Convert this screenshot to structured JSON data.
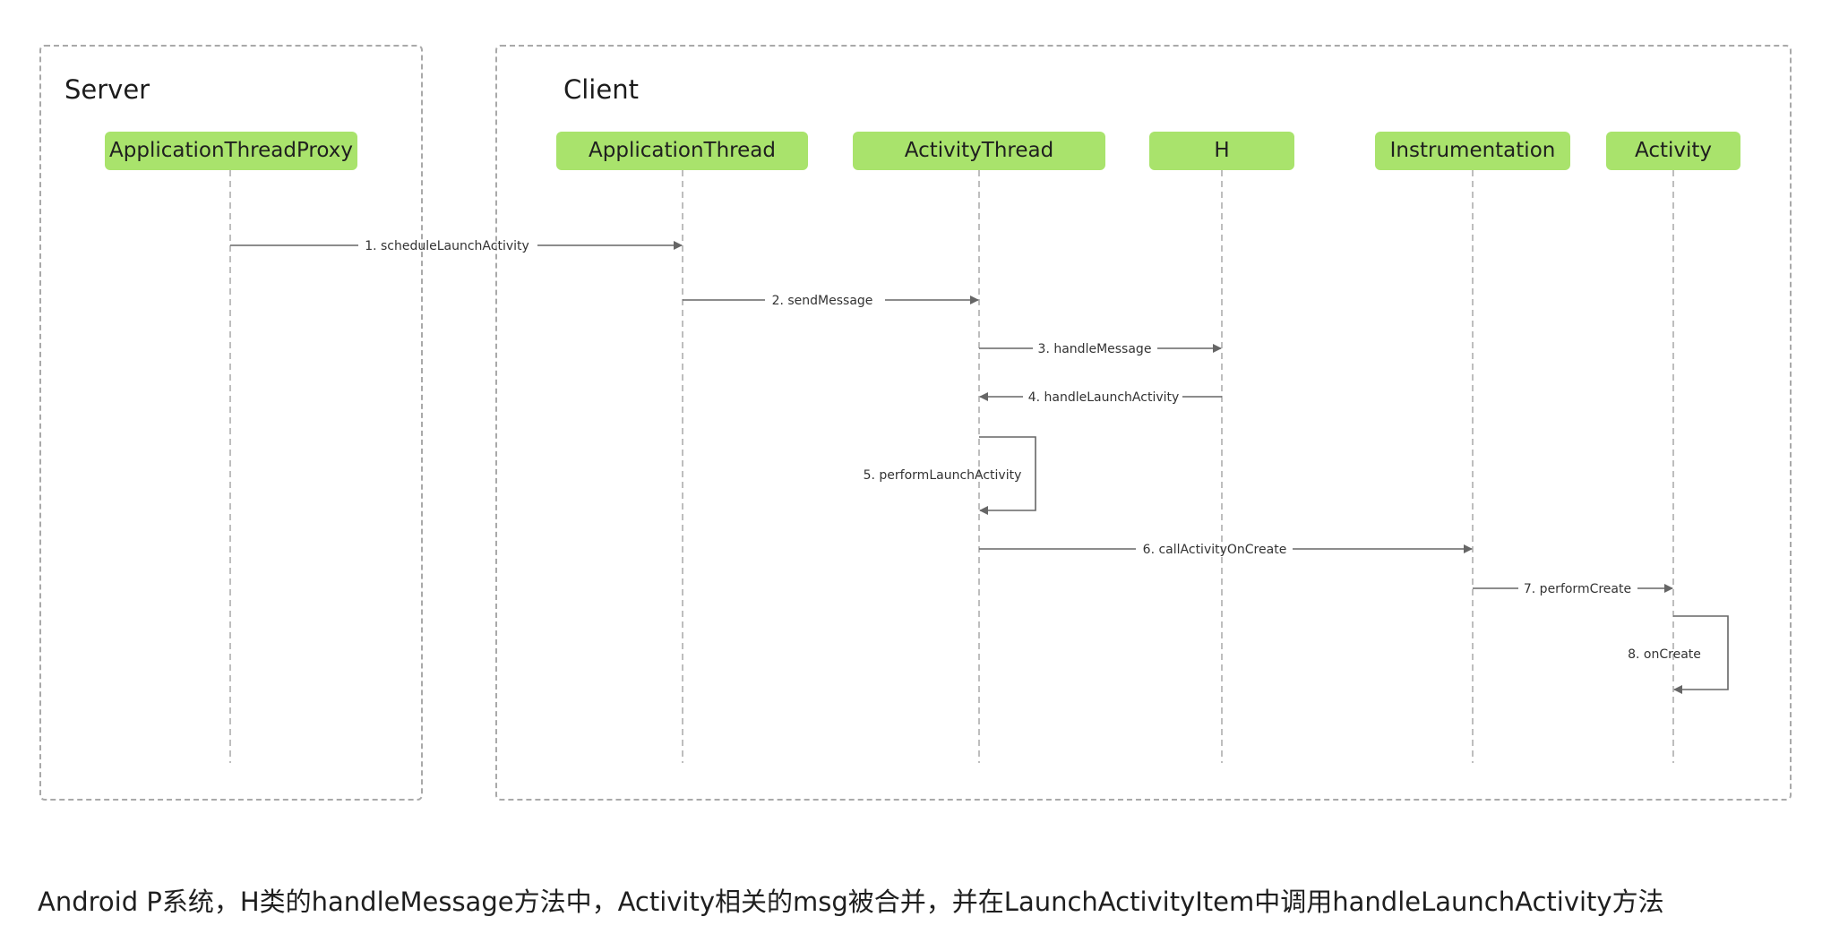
{
  "groups": {
    "server": {
      "title": "Server"
    },
    "client": {
      "title": "Client"
    }
  },
  "participants": [
    {
      "id": "proxy",
      "label": "ApplicationThreadProxy"
    },
    {
      "id": "appthread",
      "label": "ApplicationThread"
    },
    {
      "id": "activitythread",
      "label": "ActivityThread"
    },
    {
      "id": "h",
      "label": "H"
    },
    {
      "id": "instrumentation",
      "label": "Instrumentation"
    },
    {
      "id": "activity",
      "label": "Activity"
    }
  ],
  "messages": [
    {
      "label": "1. scheduleLaunchActivity",
      "from": "proxy",
      "to": "appthread"
    },
    {
      "label": "2. sendMessage",
      "from": "appthread",
      "to": "activitythread"
    },
    {
      "label": "3. handleMessage",
      "from": "activitythread",
      "to": "h"
    },
    {
      "label": "4. handleLaunchActivity",
      "from": "h",
      "to": "activitythread"
    },
    {
      "label": "5. performLaunchActivity",
      "from": "activitythread",
      "to": "activitythread"
    },
    {
      "label": "6. callActivityOnCreate",
      "from": "activitythread",
      "to": "instrumentation"
    },
    {
      "label": "7. performCreate",
      "from": "instrumentation",
      "to": "activity"
    },
    {
      "label": "8. onCreate",
      "from": "activity",
      "to": "activity"
    }
  ],
  "caption": "Android P系统，H类的handleMessage方法中，Activity相关的msg被合并，并在LaunchActivityItem中调用handleLaunchActivity方法",
  "colors": {
    "participant_fill": "#a9e36c",
    "arrow": "#666666",
    "frame_border": "#a9a9a9",
    "lifeline": "#a9a9a9"
  }
}
